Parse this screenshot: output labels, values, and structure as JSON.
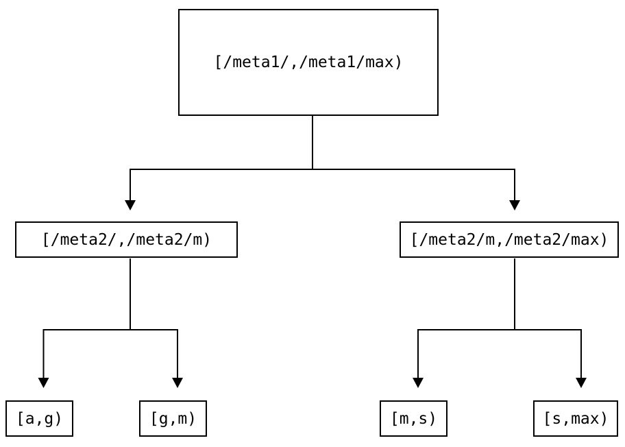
{
  "tree": {
    "root": {
      "label": "[/meta1/,/meta1/max)"
    },
    "children": [
      {
        "label": "[/meta2/,/meta2/m)"
      },
      {
        "label": "[/meta2/m,/meta2/max)"
      }
    ],
    "leaves": [
      {
        "label": "[a,g)"
      },
      {
        "label": "[g,m)"
      },
      {
        "label": "[m,s)"
      },
      {
        "label": "[s,max)"
      }
    ]
  },
  "colors": {
    "background": "#ffffff",
    "line": "#000000",
    "box_border": "#000000",
    "text": "#000000"
  }
}
